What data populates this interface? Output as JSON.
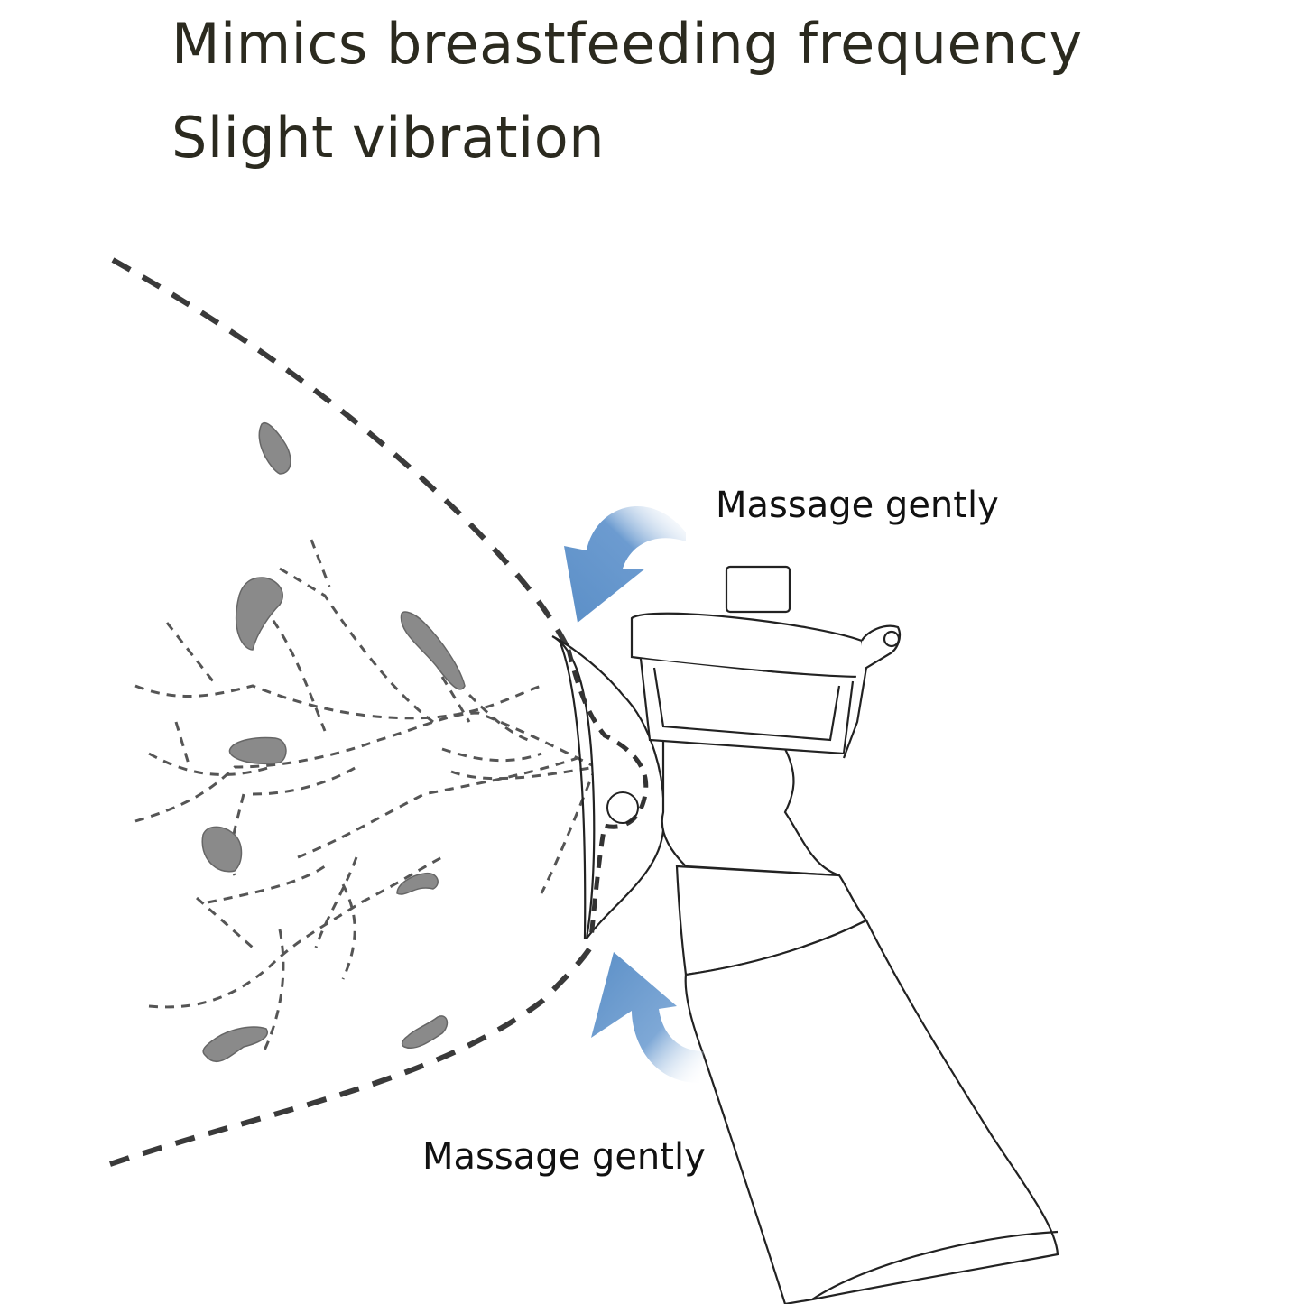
{
  "headline": {
    "line1": "Mimics breastfeeding frequency",
    "line2": "Slight vibration"
  },
  "annotations": {
    "top_label": "Massage gently",
    "bottom_label": "Massage gently"
  },
  "icons": {
    "top_arrow": "curved-arrow-down-left-icon",
    "bottom_arrow": "curved-arrow-up-left-icon"
  },
  "colors": {
    "text": "#2b2a1f",
    "arrow_blue": "#5b8fc7",
    "outline": "#333333",
    "gland_fill": "#8a8a8a",
    "background": "#ffffff"
  }
}
